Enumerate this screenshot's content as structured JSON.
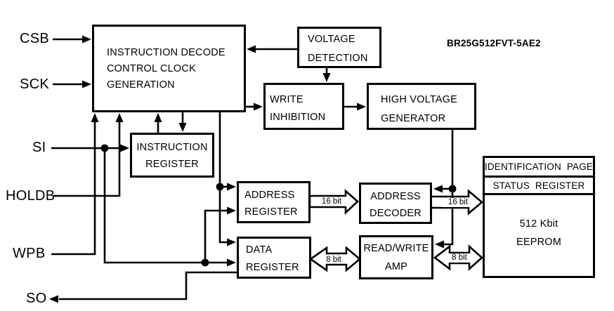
{
  "part_number": "BR25G512FVT-5AE2",
  "pins": {
    "csb": "CSB",
    "sck": "SCK",
    "si": "SI",
    "holdb": "HOLDB",
    "wpb": "WPB",
    "so": "SO"
  },
  "blocks": {
    "instruction_decode": {
      "lines": [
        "INSTRUCTION DECODE",
        "CONTROL CLOCK",
        "GENERATION"
      ]
    },
    "voltage_detection": {
      "lines": [
        "VOLTAGE",
        "DETECTION"
      ]
    },
    "write_inhibition": {
      "lines": [
        "WRITE",
        "INHIBITION"
      ]
    },
    "high_voltage_generator": {
      "lines": [
        "HIGH VOLTAGE",
        "GENERATOR"
      ]
    },
    "instruction_register": {
      "lines": [
        "INSTRUCTION",
        "REGISTER"
      ]
    },
    "address_register": {
      "lines": [
        "ADDRESS",
        "REGISTER"
      ]
    },
    "address_decoder": {
      "lines": [
        "ADDRESS",
        "DECODER"
      ]
    },
    "data_register": {
      "lines": [
        "DATA",
        "REGISTER"
      ]
    },
    "read_write_amp": {
      "lines": [
        "READ/WRITE",
        "AMP"
      ]
    },
    "eeprom": {
      "section_identification": "IDENTIFICATION  PAGE",
      "section_status": "STATUS  REGISTER",
      "lines": [
        "512 Kbit",
        "EEPROM"
      ]
    }
  },
  "bus_labels": {
    "addr_reg_to_decoder": "16 bit",
    "decoder_to_eeprom": "16 bit",
    "data_reg_to_amp": "8 bit",
    "amp_to_eeprom": "8 bit"
  },
  "colors": {
    "line": "#000000",
    "background": "#ffffff"
  }
}
